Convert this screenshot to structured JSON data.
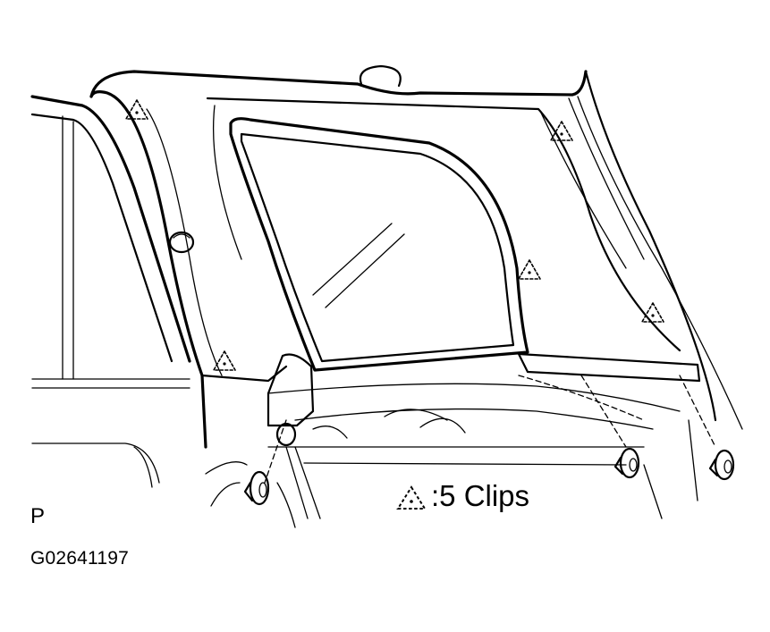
{
  "panel_code": "P",
  "figure_code": "G02641197",
  "legend": {
    "symbol_icon": "dashed-triangle-clip-icon",
    "text": ":5 Clips"
  },
  "clip_markers": [
    "dashed-triangle-clip-icon",
    "dashed-triangle-clip-icon",
    "dashed-triangle-clip-icon",
    "dashed-triangle-clip-icon",
    "dashed-triangle-clip-icon",
    "dashed-triangle-clip-icon"
  ],
  "colors": {
    "line": "#000000",
    "background": "#ffffff"
  }
}
